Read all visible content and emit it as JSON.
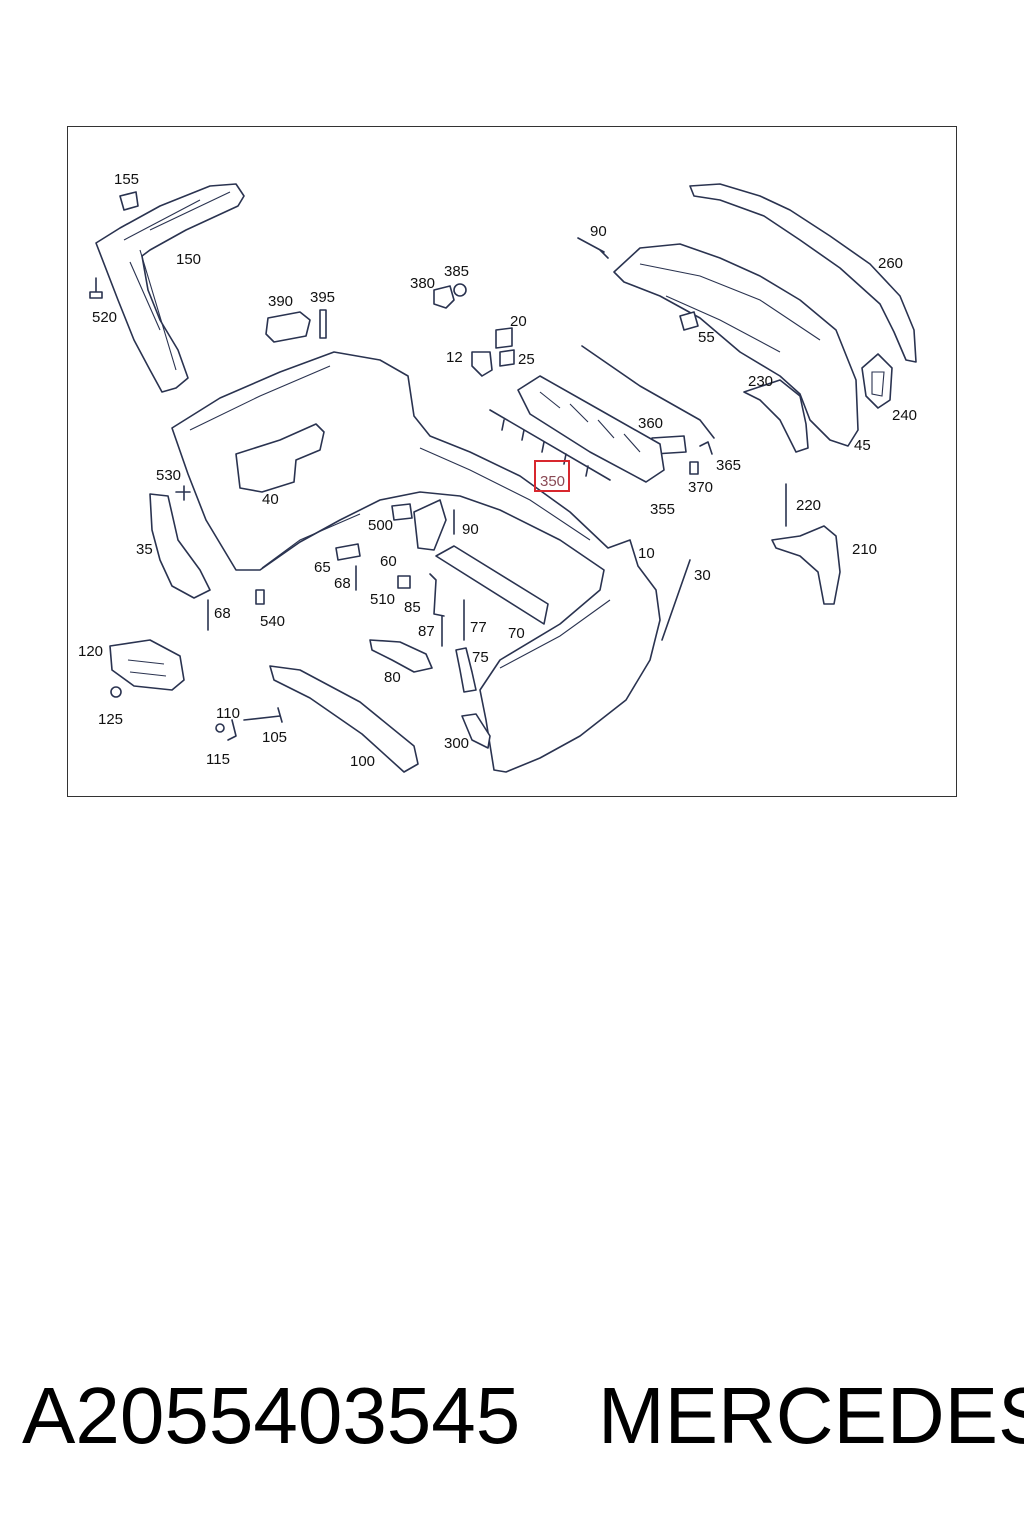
{
  "diagram": {
    "callouts": {
      "c155": "155",
      "c150": "150",
      "c520": "520",
      "c390": "390",
      "c395": "395",
      "c380": "380",
      "c385": "385",
      "c90a": "90",
      "c260": "260",
      "c20": "20",
      "c12": "12",
      "c25": "25",
      "c55": "55",
      "c230": "230",
      "c240": "240",
      "c45": "45",
      "c360": "360",
      "c365": "365",
      "c370": "370",
      "c350": "350",
      "c355": "355",
      "c530": "530",
      "c40": "40",
      "c35": "35",
      "c500": "500",
      "c90b": "90",
      "c60": "60",
      "c65": "65",
      "c68a": "68",
      "c510": "510",
      "c85": "85",
      "c10": "10",
      "c30": "30",
      "c220": "220",
      "c210": "210",
      "c68b": "68",
      "c540": "540",
      "c87": "87",
      "c77": "77",
      "c70": "70",
      "c120": "120",
      "c125": "125",
      "c75": "75",
      "c80": "80",
      "c110": "110",
      "c105": "105",
      "c115": "115",
      "c100": "100",
      "c300": "300"
    },
    "highlighted_callout": "350",
    "highlight_color": "#d8272e"
  },
  "footer": {
    "part_number": "A2055403545",
    "brand": "MERCEDES"
  }
}
